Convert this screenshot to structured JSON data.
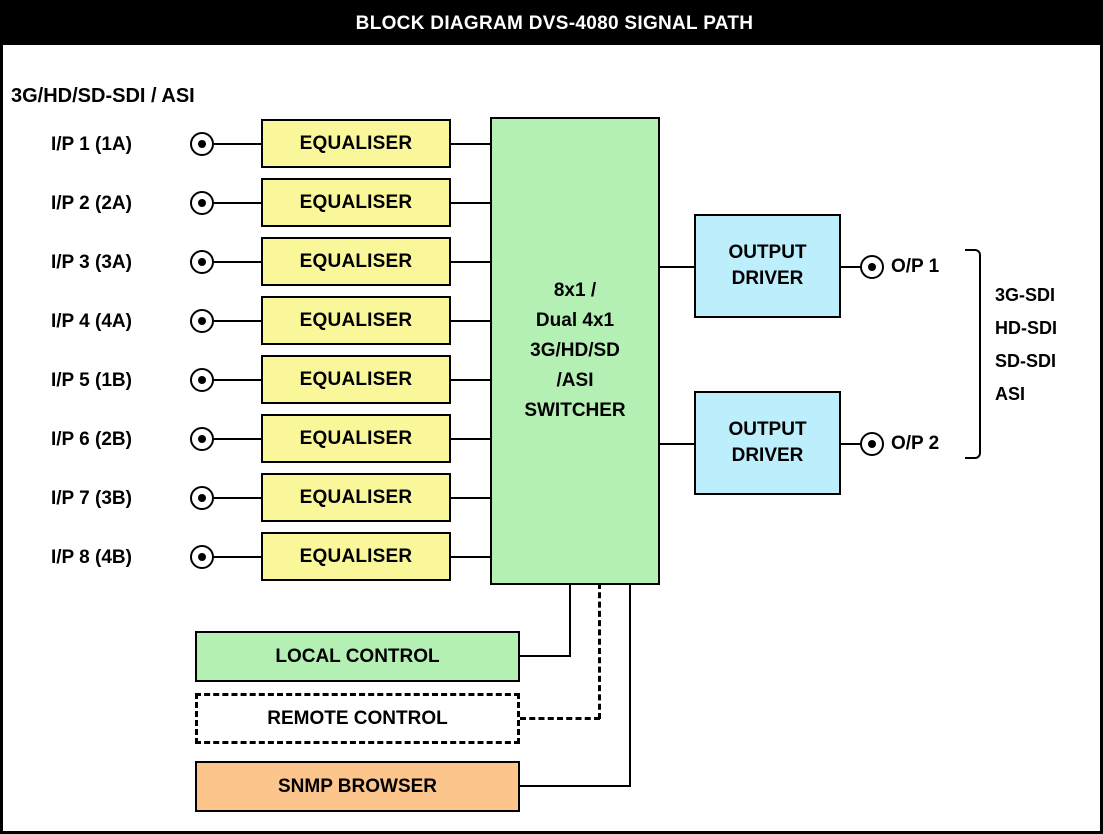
{
  "title": "BLOCK DIAGRAM DVS-4080 SIGNAL PATH",
  "input_header": "3G/HD/SD-SDI / ASI",
  "inputs": [
    {
      "label": "I/P 1 (1A)",
      "block": "EQUALISER"
    },
    {
      "label": "I/P 2 (2A)",
      "block": "EQUALISER"
    },
    {
      "label": "I/P 3 (3A)",
      "block": "EQUALISER"
    },
    {
      "label": "I/P 4 (4A)",
      "block": "EQUALISER"
    },
    {
      "label": "I/P 5 (1B)",
      "block": "EQUALISER"
    },
    {
      "label": "I/P 6 (2B)",
      "block": "EQUALISER"
    },
    {
      "label": "I/P 7 (3B)",
      "block": "EQUALISER"
    },
    {
      "label": "I/P 8 (4B)",
      "block": "EQUALISER"
    }
  ],
  "switcher": {
    "lines": [
      "8x1 /",
      "Dual 4x1",
      "3G/HD/SD",
      "/ASI",
      "SWITCHER"
    ]
  },
  "drivers": [
    {
      "line1": "OUTPUT",
      "line2": "DRIVER",
      "output_label": "O/P 1"
    },
    {
      "line1": "OUTPUT",
      "line2": "DRIVER",
      "output_label": "O/P 2"
    }
  ],
  "output_formats": [
    "3G-SDI",
    "HD-SDI",
    "SD-SDI",
    "ASI"
  ],
  "control_blocks": [
    {
      "label": "LOCAL CONTROL",
      "style": "solid-green"
    },
    {
      "label": "REMOTE CONTROL",
      "style": "dashed-white"
    },
    {
      "label": "SNMP BROWSER",
      "style": "solid-orange"
    }
  ],
  "colors": {
    "equaliser": "#faf79a",
    "switcher": "#b4f0b4",
    "driver": "#bdeefb",
    "snmp": "#fbc58c",
    "title_bar": "#000000",
    "outline": "#000000"
  }
}
